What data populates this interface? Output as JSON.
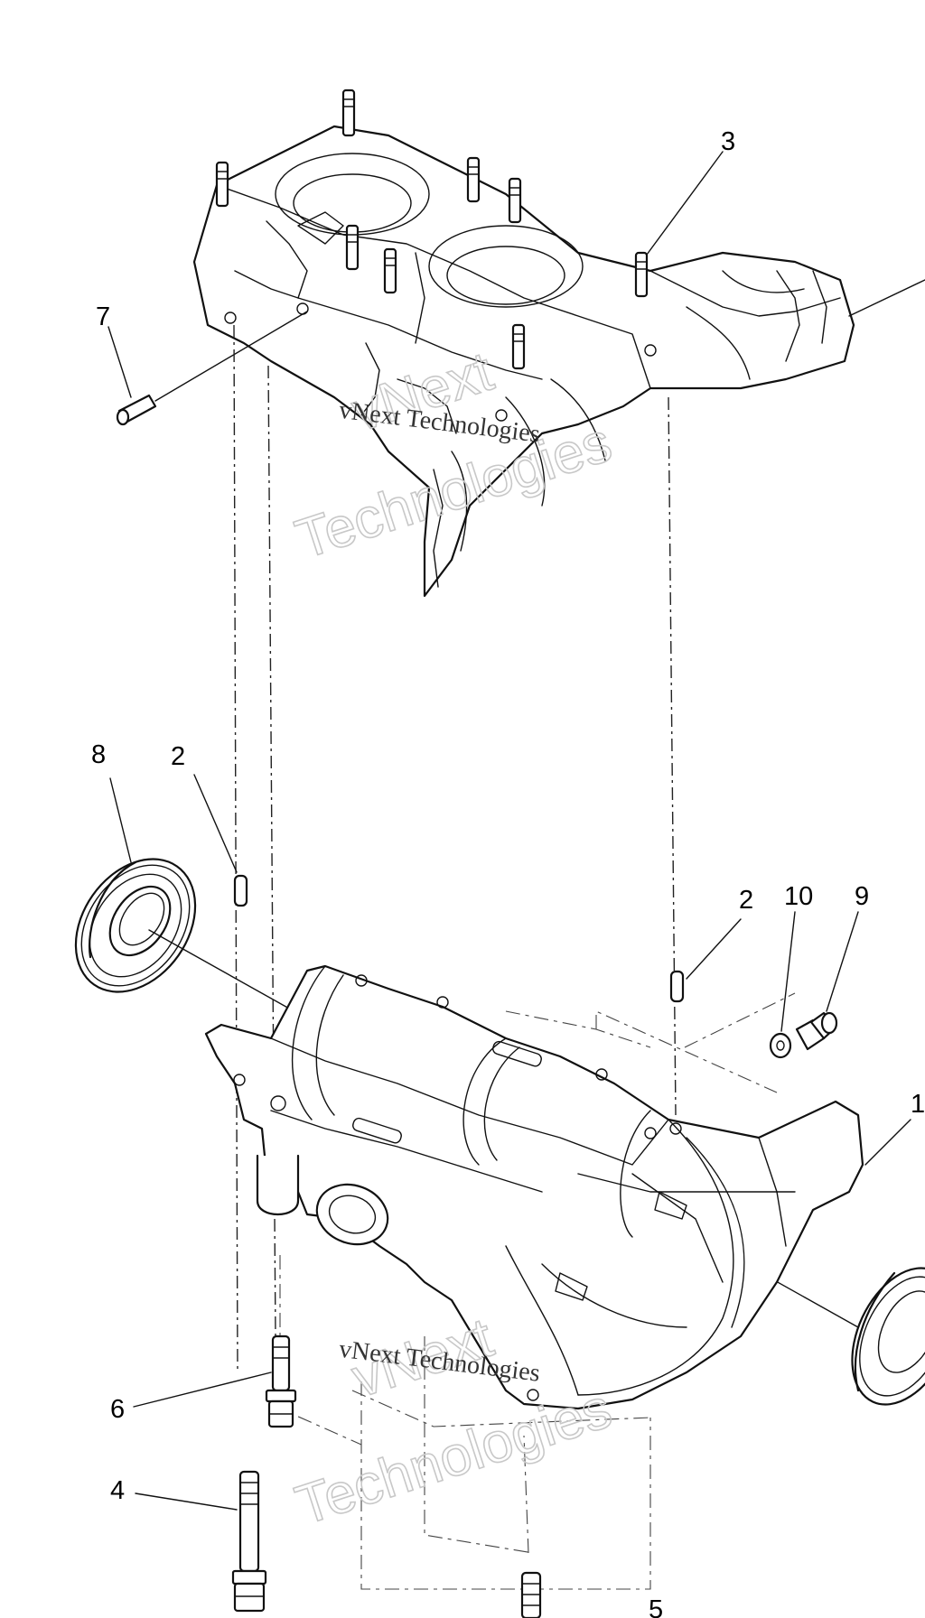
{
  "callouts": {
    "c1_right": "1",
    "c2_left": "2",
    "c2_right": "2",
    "c3": "3",
    "c4": "4",
    "c5": "5",
    "c6": "6",
    "c7": "7",
    "c8": "8",
    "c9": "9",
    "c10": "10"
  },
  "watermarks": {
    "small_text": "vNext Technologies",
    "big_line1": "vNext",
    "big_line2": "Technologies"
  }
}
